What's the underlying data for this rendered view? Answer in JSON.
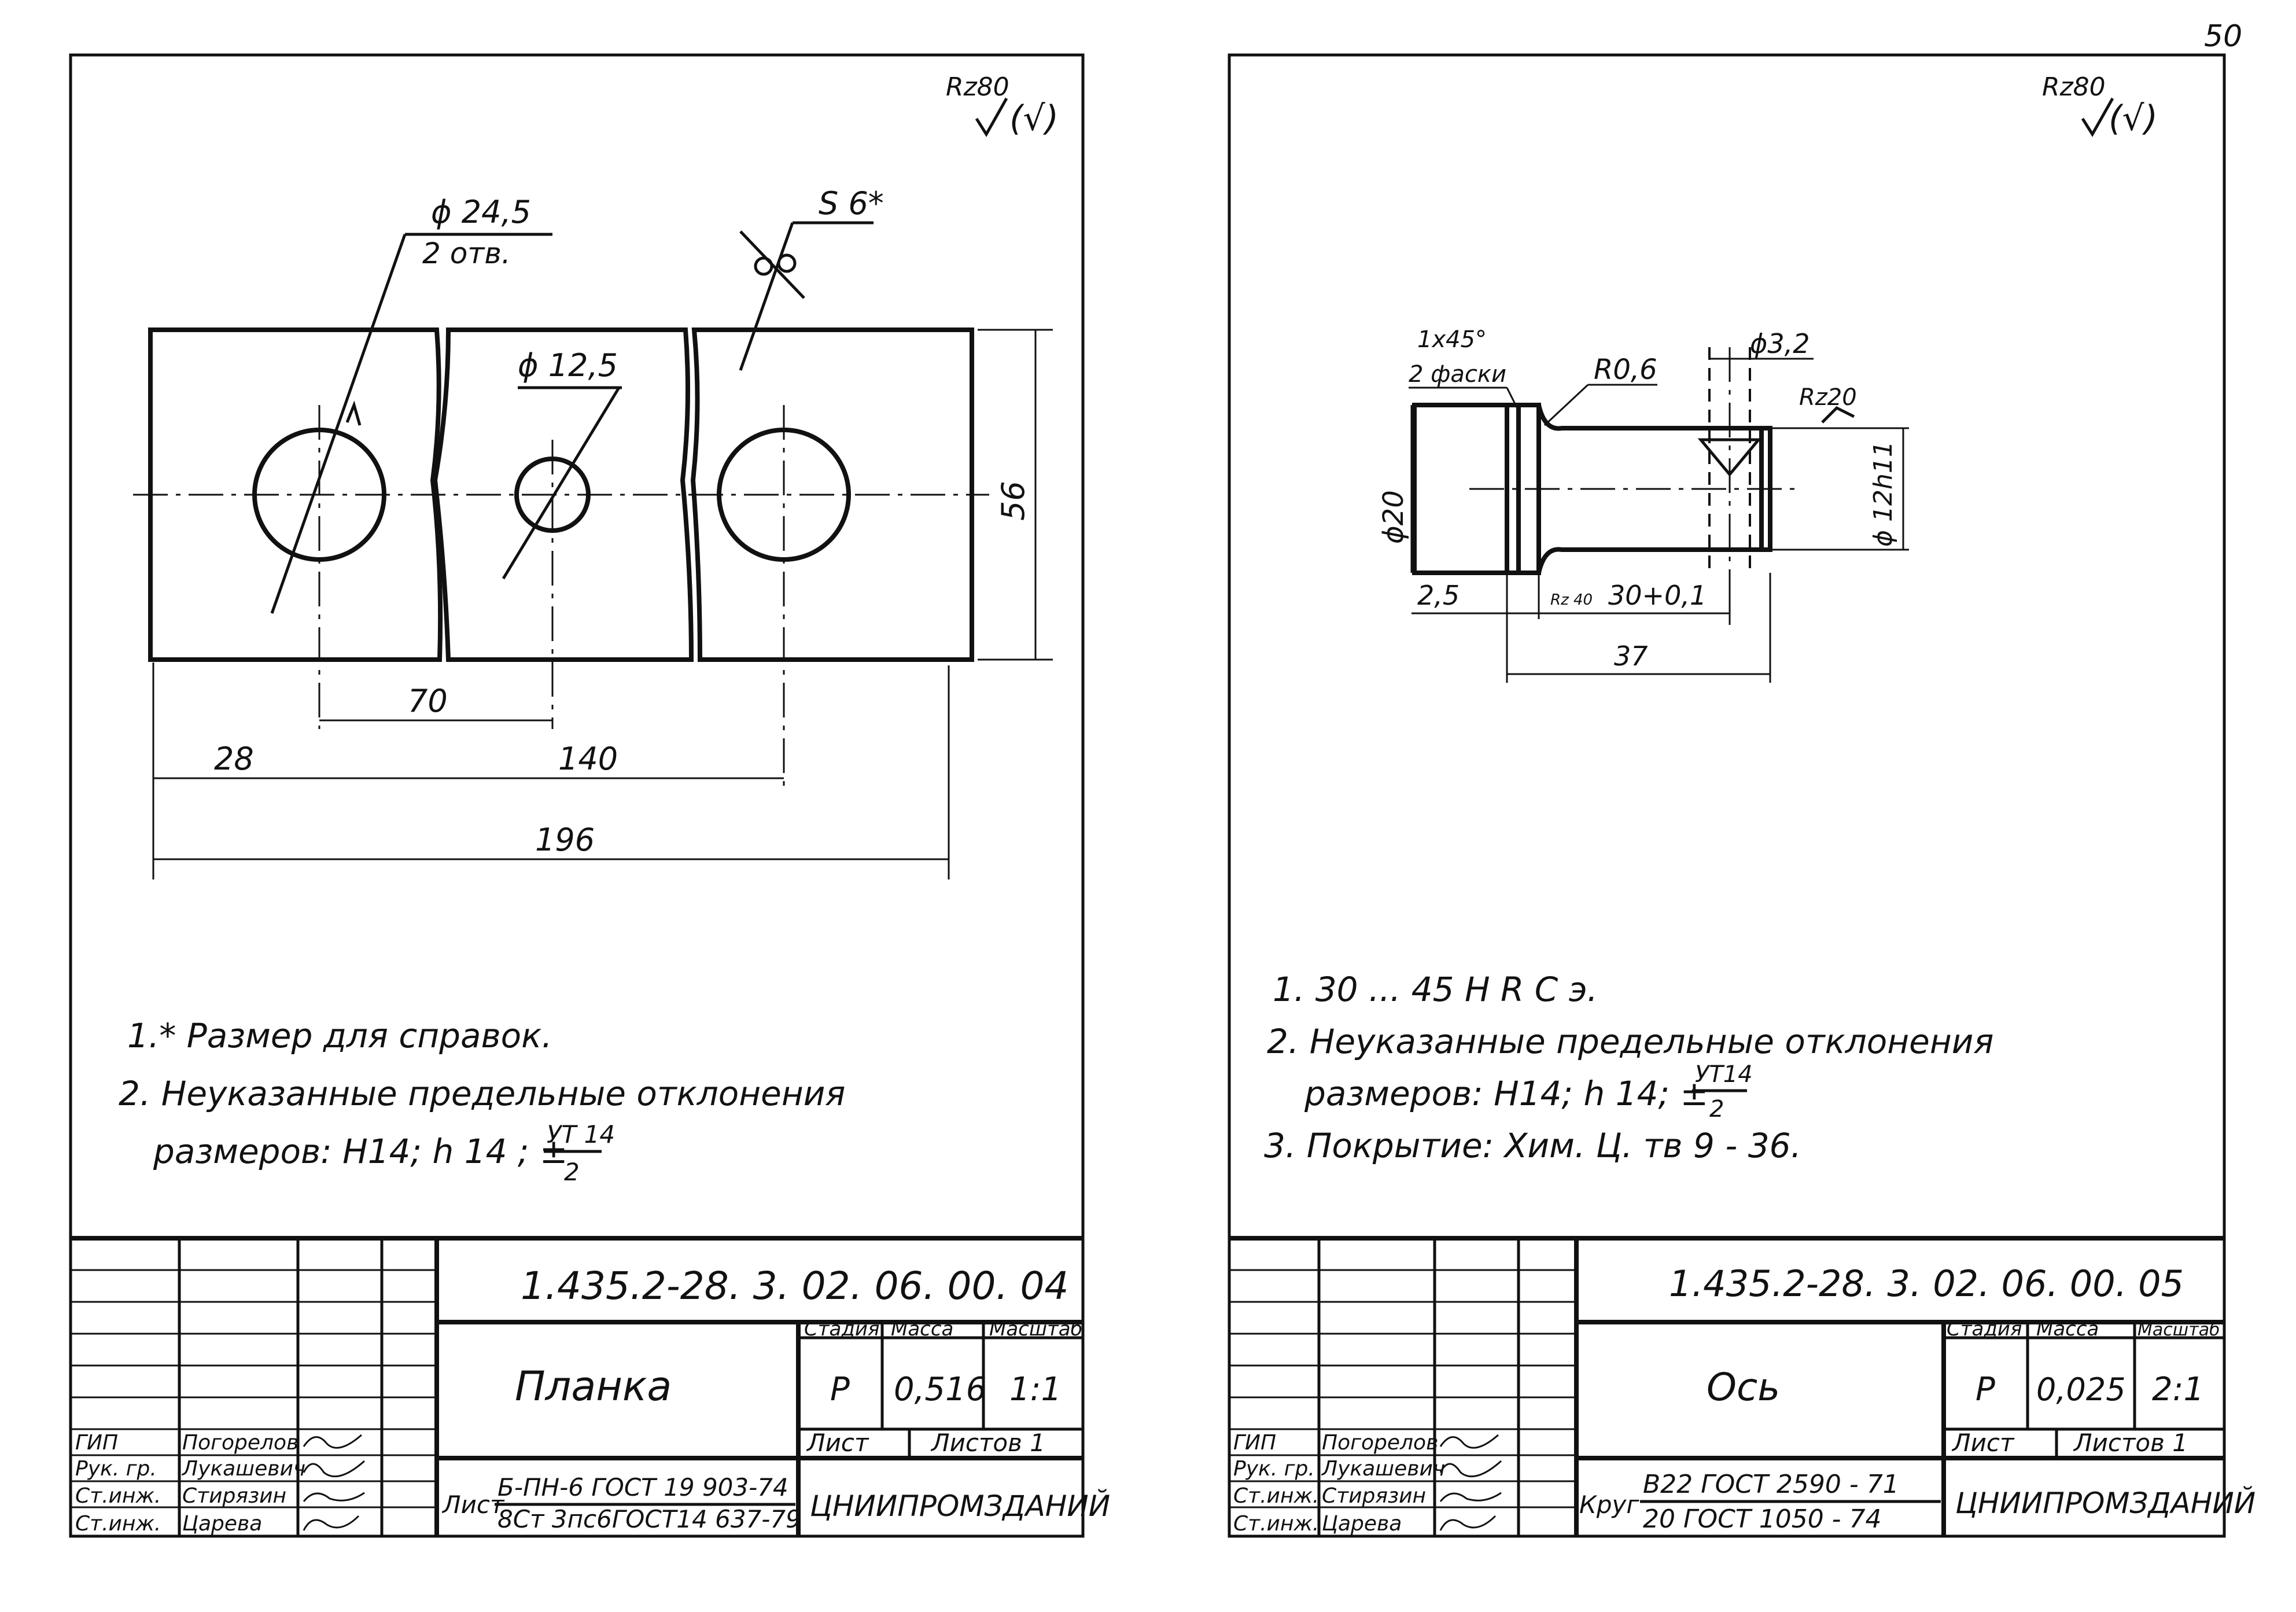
{
  "page_number": "50",
  "left_sheet": {
    "roughness_general": "Rz80",
    "roughness_paren": "(√)",
    "hole_big_dia": "ϕ 24,5",
    "hole_big_count": "2 отв.",
    "hole_small_dia": "ϕ 12,5",
    "thickness": "S 6*",
    "dim_height": "56",
    "dim_70": "70",
    "dim_28": "28",
    "dim_140": "140",
    "dim_196": "196",
    "note1": "1.* Размер для справок.",
    "note2_a": "2.  Неуказанные   предельные   отклонения",
    "note2_b_prefix": "размеров:  H14;   h 14  ;  ±",
    "note2_b_frac_num": "УТ 14",
    "note2_b_frac_den": "2",
    "title_block": {
      "designation": "1.435.2-28. 3. 02. 06. 00. 04",
      "name": "Планка",
      "stage_label": "Стадия",
      "mass_label": "Масса",
      "scale_label": "Масштаб",
      "stage": "Р",
      "mass": "0,516",
      "scale": "1:1",
      "sheet_label": "Лист",
      "sheets_label": "Листов 1",
      "material_prefix": "Лист",
      "material_line1": "Б-ПН-6 ГОСТ 19 903-74",
      "material_line2": "8Ст 3пс6ГОСТ14 637-79",
      "org": "ЦНИИПРОМЗДАНИЙ",
      "roles": [
        {
          "role": "ГИП",
          "name": "Погорелов"
        },
        {
          "role": "Рук. гр.",
          "name": "Лукашевич"
        },
        {
          "role": "Ст.инж.",
          "name": "Стирязин"
        },
        {
          "role": "Ст.инж.",
          "name": "Царева"
        }
      ]
    }
  },
  "right_sheet": {
    "roughness_general": "Rz80",
    "roughness_paren": "(√)",
    "chamfer": "1x45°",
    "chamfer_count": "2 фаски",
    "radius": "R0,6",
    "pin_hole": "ϕ3,2",
    "roughness_local": "Rz20",
    "dia_20": "ϕ20",
    "dia_12": "ϕ 12h11",
    "dim_25": "2,5",
    "dim_30": "30+0,1",
    "dim_37": "37",
    "rz_small": "Rz 40",
    "note1": "1.  30 ...  45  H R C э.",
    "note2_a": "2.  Неуказанные   предельные   отклонения",
    "note2_b_prefix": "размеров:  H14;   h 14;  ±",
    "note2_b_frac_num": "УТ14",
    "note2_b_frac_den": "2",
    "note3": "3. Покрытие:   Хим. Ц. тв 9 - 36.",
    "title_block": {
      "designation": "1.435.2-28. 3. 02. 06. 00. 05",
      "name": "Ось",
      "stage_label": "Стадия",
      "mass_label": "Масса",
      "scale_label": "Масштаб",
      "stage": "Р",
      "mass": "0,025",
      "scale": "2:1",
      "sheet_label": "Лист",
      "sheets_label": "Листов 1",
      "material_prefix": "Круг",
      "material_line1": "В22 ГОСТ 2590 - 71",
      "material_line2": "20  ГОСТ  1050 - 74",
      "org": "ЦНИИПРОМЗДАНИЙ",
      "roles": [
        {
          "role": "ГИП",
          "name": "Погорелов"
        },
        {
          "role": "Рук. гр.",
          "name": "Лукашевич"
        },
        {
          "role": "Ст.инж.",
          "name": "Стирязин"
        },
        {
          "role": "Ст.инж.",
          "name": "Царева"
        }
      ]
    }
  }
}
